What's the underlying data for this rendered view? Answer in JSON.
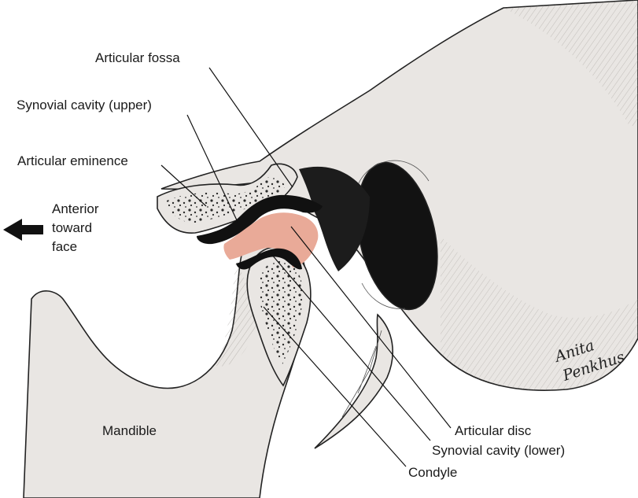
{
  "colors": {
    "bone": "#e9e6e3",
    "bone_dark": "#c9c4c0",
    "cavity": "#111111",
    "disc": "#e9aa98",
    "marrow": "#2b2b2b",
    "ink": "#1a1a1a"
  },
  "labels": {
    "articular_fossa": "Articular fossa",
    "synovial_cavity_upper": "Synovial cavity (upper)",
    "articular_eminence": "Articular eminence",
    "anterior_line1": "Anterior",
    "anterior_line2": "toward",
    "anterior_line3": "face",
    "mandible": "Mandible",
    "articular_disc": "Articular disc",
    "synovial_cavity_lower": "Synovial cavity (lower)",
    "condyle": "Condyle"
  },
  "signature": {
    "line1": "Anita",
    "line2": "Penkhus"
  },
  "icons": {
    "direction_arrow": "arrow-left-icon"
  }
}
